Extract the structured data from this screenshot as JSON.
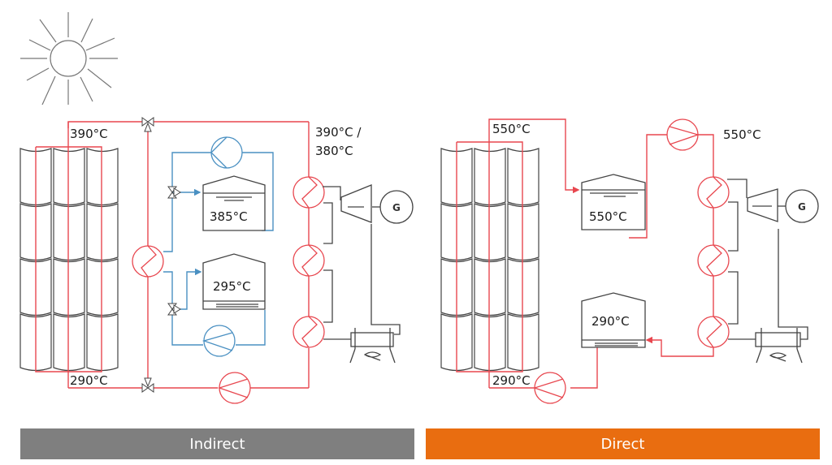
{
  "colors": {
    "hot_loop": "#e8474f",
    "storage_loop": "#4a90c2",
    "equipment": "#444444",
    "indirect_bar": "#7f7f7f",
    "direct_bar": "#e96d10"
  },
  "indirect": {
    "label": "Indirect",
    "collector_outlet_temp": "390°C",
    "collector_inlet_temp": "290°C",
    "steam_temp_line1": "390°C /",
    "steam_temp_line2": "380°C",
    "hot_tank_temp": "385°C",
    "cold_tank_temp": "295°C",
    "generator": "G"
  },
  "direct": {
    "label": "Direct",
    "collector_outlet_temp": "550°C",
    "collector_inlet_temp": "290°C",
    "steam_temp": "550°C",
    "hot_tank_temp": "550°C",
    "cold_tank_temp": "290°C",
    "generator": "G"
  }
}
